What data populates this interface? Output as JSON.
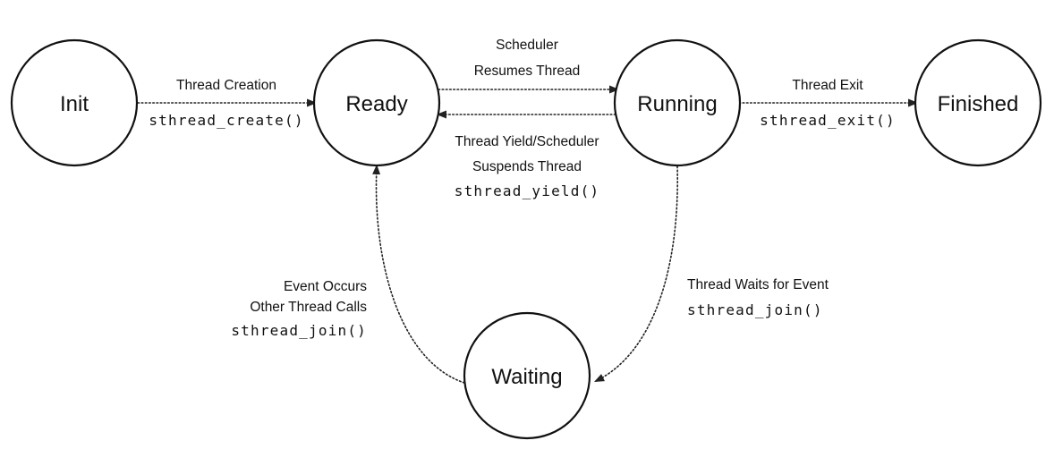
{
  "states": {
    "init": "Init",
    "ready": "Ready",
    "running": "Running",
    "finished": "Finished",
    "waiting": "Waiting"
  },
  "transitions": {
    "init_to_ready": {
      "label": "Thread Creation",
      "code": "sthread_create()"
    },
    "ready_to_running": {
      "label_line1": "Scheduler",
      "label_line2": "Resumes Thread"
    },
    "running_to_ready": {
      "label_line1": "Thread Yield/Scheduler",
      "label_line2": "Suspends Thread",
      "code": "sthread_yield()"
    },
    "running_to_finished": {
      "label": "Thread Exit",
      "code": "sthread_exit()"
    },
    "running_to_waiting": {
      "label": "Thread Waits for Event",
      "code": "sthread_join()"
    },
    "waiting_to_ready": {
      "label_line1": "Event Occurs",
      "label_line2": "Other Thread Calls",
      "code": "sthread_join()"
    }
  },
  "colors": {
    "stroke": "#111111",
    "background": "#ffffff"
  }
}
